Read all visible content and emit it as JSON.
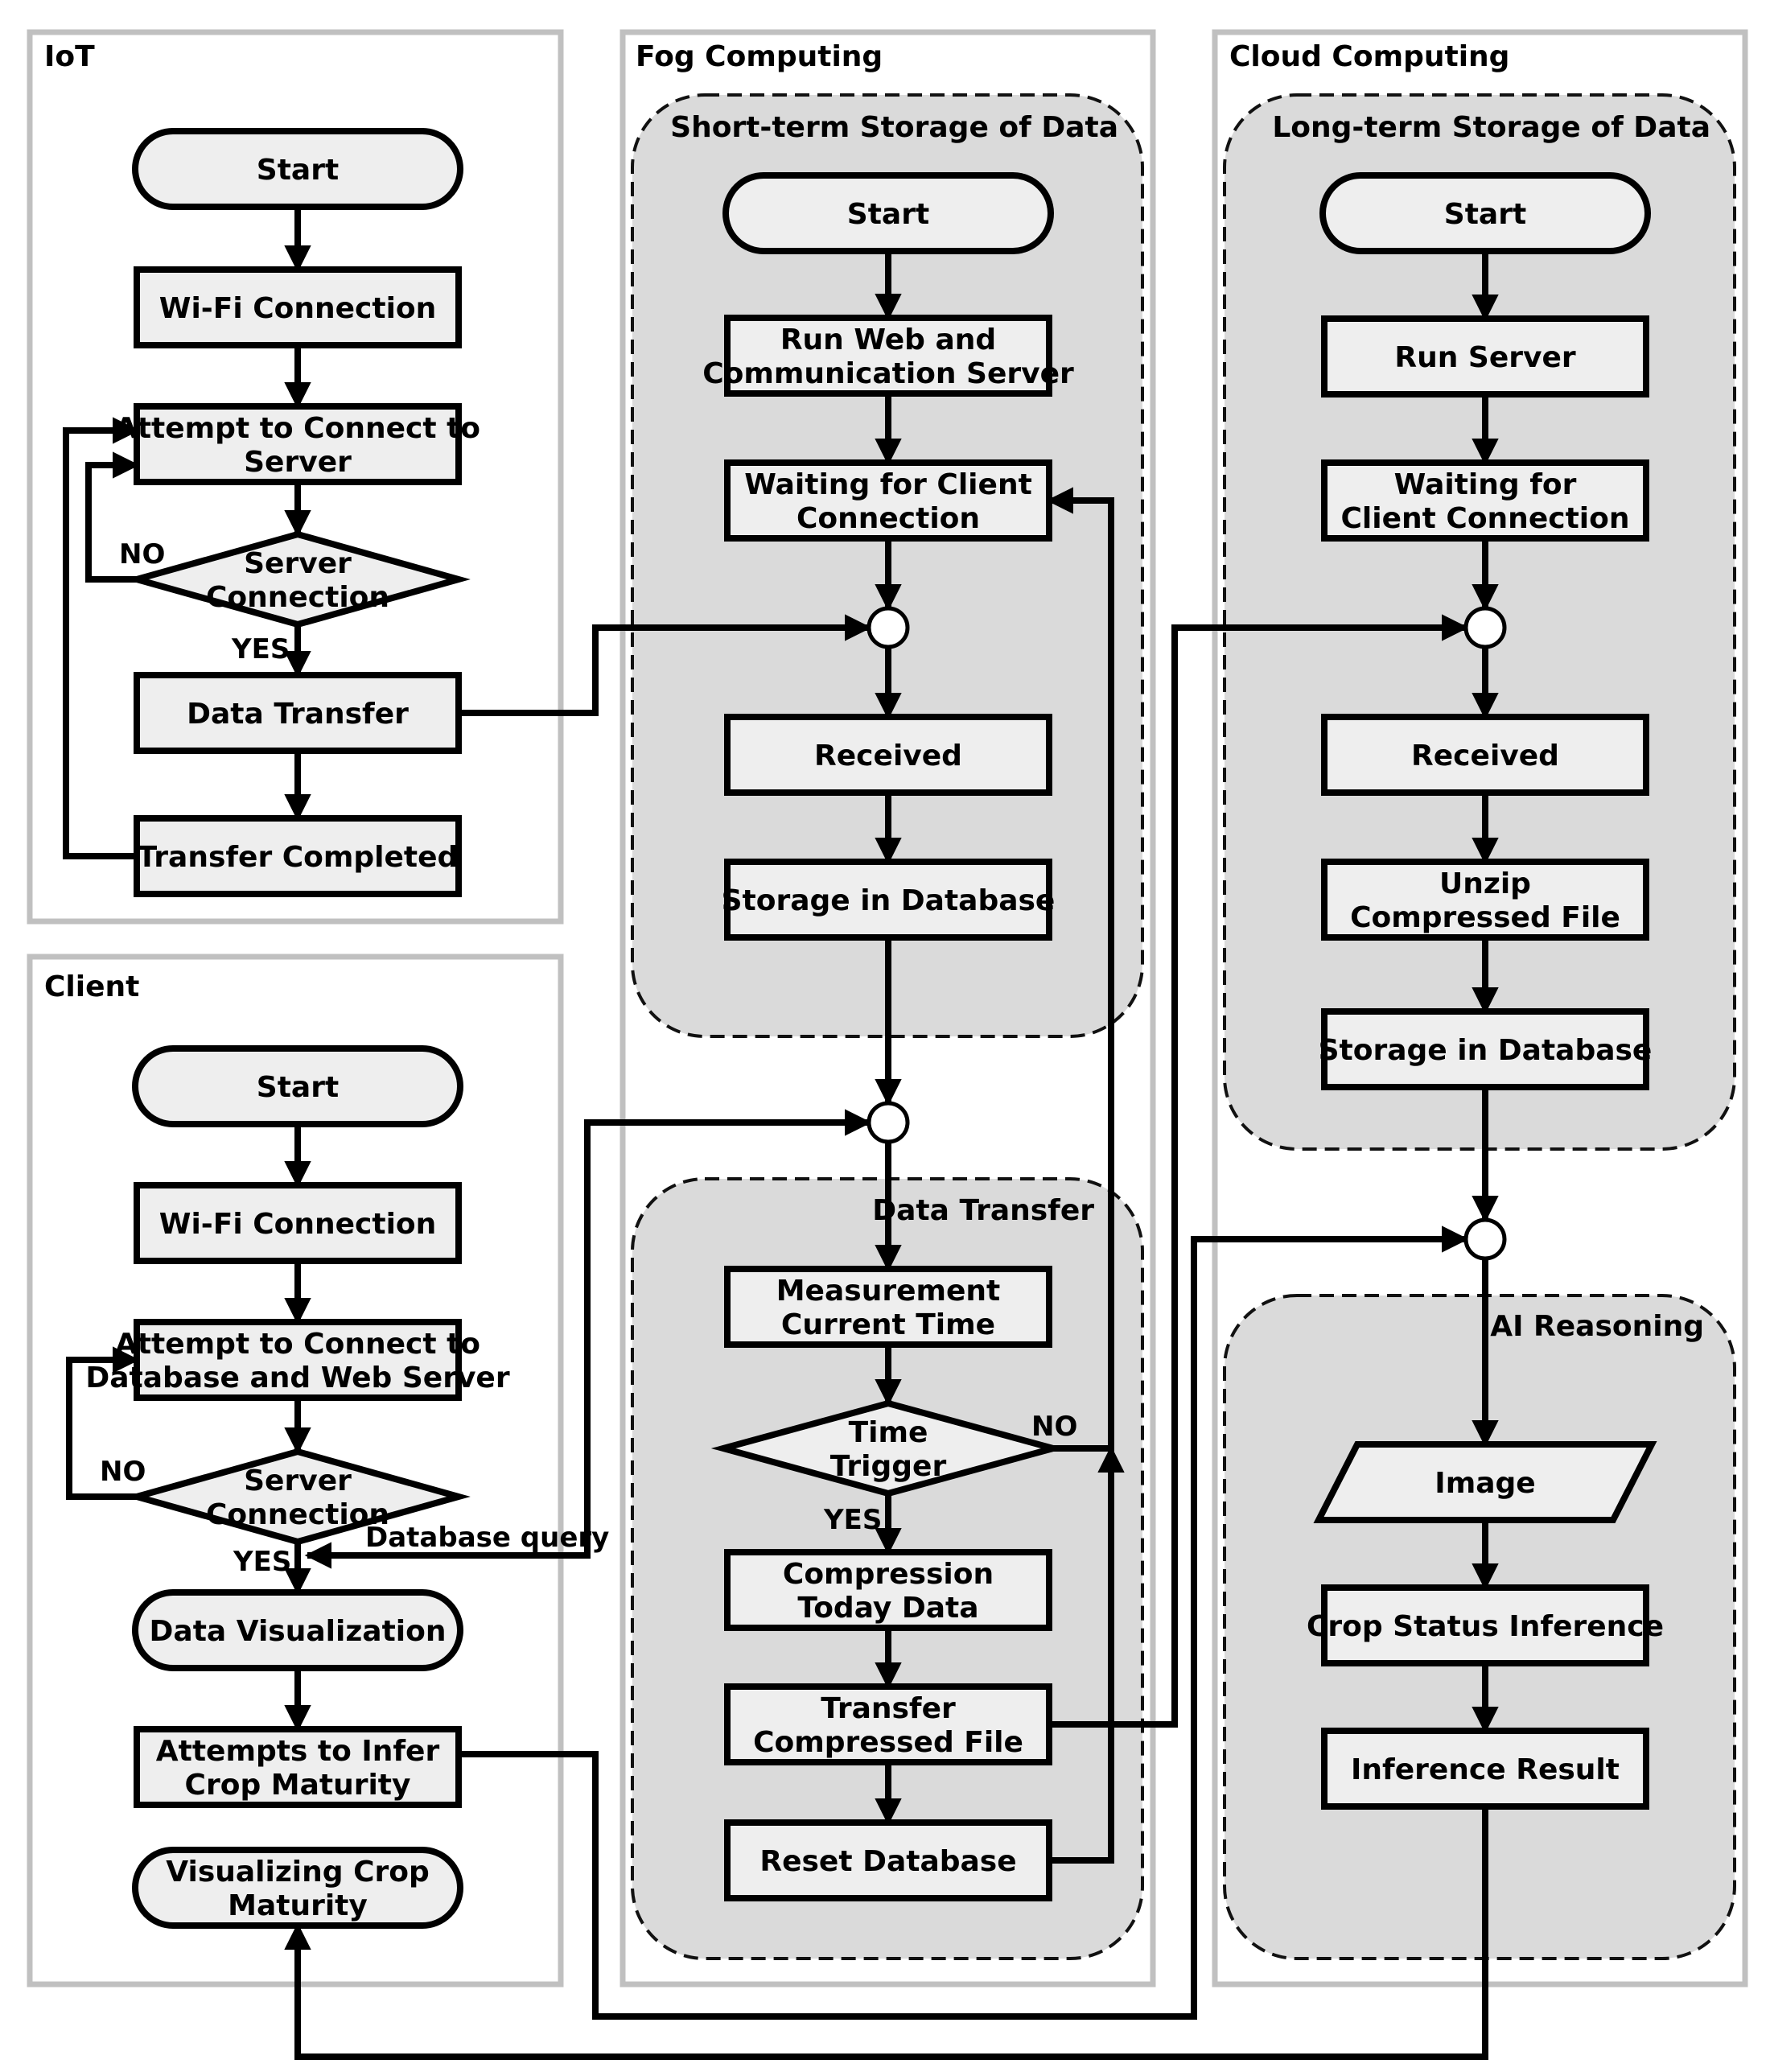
{
  "panels": [
    {
      "id": "iot",
      "title": "IoT"
    },
    {
      "id": "fog",
      "title": "Fog Computing"
    },
    {
      "id": "cloud",
      "title": "Cloud Computing"
    },
    {
      "id": "client",
      "title": "Client"
    }
  ],
  "regions": [
    {
      "id": "short_term",
      "title": "Short-term Storage of Data"
    },
    {
      "id": "data_transfer",
      "title": "Data Transfer"
    },
    {
      "id": "long_term",
      "title": "Long-term Storage of Data"
    },
    {
      "id": "ai",
      "title": "AI Reasoning"
    }
  ],
  "nodes": [
    {
      "id": "iot_start",
      "shape": "terminal",
      "lines": [
        "Start"
      ]
    },
    {
      "id": "iot_wifi",
      "shape": "process",
      "lines": [
        "Wi-Fi Connection"
      ]
    },
    {
      "id": "iot_attempt",
      "shape": "process",
      "lines": [
        "Attempt to Connect to",
        "Server"
      ]
    },
    {
      "id": "iot_decision",
      "shape": "decision",
      "lines": [
        "Server",
        "Connection"
      ]
    },
    {
      "id": "iot_transfer",
      "shape": "process",
      "lines": [
        "Data Transfer"
      ]
    },
    {
      "id": "iot_completed",
      "shape": "process",
      "lines": [
        "Transfer Completed"
      ]
    },
    {
      "id": "cl_start",
      "shape": "terminal",
      "lines": [
        "Start"
      ]
    },
    {
      "id": "cl_wifi",
      "shape": "process",
      "lines": [
        "Wi-Fi Connection"
      ]
    },
    {
      "id": "cl_attempt",
      "shape": "process",
      "lines": [
        "Attempt to Connect to",
        "Database and Web Server"
      ]
    },
    {
      "id": "cl_decision",
      "shape": "decision",
      "lines": [
        "Server",
        "Connection"
      ]
    },
    {
      "id": "cl_visual",
      "shape": "terminal",
      "lines": [
        "Data Visualization"
      ]
    },
    {
      "id": "cl_infer",
      "shape": "process",
      "lines": [
        "Attempts to Infer",
        "Crop Maturity"
      ]
    },
    {
      "id": "cl_vis_crop",
      "shape": "terminal",
      "lines": [
        "Visualizing Crop",
        "Maturity"
      ]
    },
    {
      "id": "fog_start",
      "shape": "terminal",
      "lines": [
        "Start"
      ]
    },
    {
      "id": "fog_run",
      "shape": "process",
      "lines": [
        "Run Web and",
        "Communication Server"
      ]
    },
    {
      "id": "fog_wait",
      "shape": "process",
      "lines": [
        "Waiting for Client",
        "Connection"
      ]
    },
    {
      "id": "fog_recv",
      "shape": "process",
      "lines": [
        "Received"
      ]
    },
    {
      "id": "fog_store",
      "shape": "process",
      "lines": [
        "Storage in Database"
      ]
    },
    {
      "id": "fog_measure",
      "shape": "process",
      "lines": [
        "Measurement",
        "Current Time"
      ]
    },
    {
      "id": "fog_trigger",
      "shape": "decision",
      "lines": [
        "Time",
        "Trigger"
      ]
    },
    {
      "id": "fog_compress",
      "shape": "process",
      "lines": [
        "Compression",
        "Today Data"
      ]
    },
    {
      "id": "fog_transfer",
      "shape": "process",
      "lines": [
        "Transfer",
        "Compressed File"
      ]
    },
    {
      "id": "fog_reset",
      "shape": "process",
      "lines": [
        "Reset Database"
      ]
    },
    {
      "id": "cc_start",
      "shape": "terminal",
      "lines": [
        "Start"
      ]
    },
    {
      "id": "cc_run",
      "shape": "process",
      "lines": [
        "Run Server"
      ]
    },
    {
      "id": "cc_wait",
      "shape": "process",
      "lines": [
        "Waiting for",
        "Client Connection"
      ]
    },
    {
      "id": "cc_recv",
      "shape": "process",
      "lines": [
        "Received"
      ]
    },
    {
      "id": "cc_unzip",
      "shape": "process",
      "lines": [
        "Unzip",
        "Compressed File"
      ]
    },
    {
      "id": "cc_store",
      "shape": "process",
      "lines": [
        "Storage in Database"
      ]
    },
    {
      "id": "cc_image",
      "shape": "data",
      "lines": [
        "Image"
      ]
    },
    {
      "id": "cc_crop",
      "shape": "process",
      "lines": [
        "Crop Status Inference"
      ]
    },
    {
      "id": "cc_result",
      "shape": "process",
      "lines": [
        "Inference Result"
      ]
    }
  ],
  "edge_labels": [
    {
      "id": "iot_no",
      "text": "NO"
    },
    {
      "id": "iot_yes",
      "text": "YES"
    },
    {
      "id": "cl_no",
      "text": "NO"
    },
    {
      "id": "cl_yes",
      "text": "YES"
    },
    {
      "id": "db_query",
      "text": "Database query"
    },
    {
      "id": "fog_no",
      "text": "NO"
    },
    {
      "id": "fog_yes",
      "text": "YES"
    }
  ]
}
